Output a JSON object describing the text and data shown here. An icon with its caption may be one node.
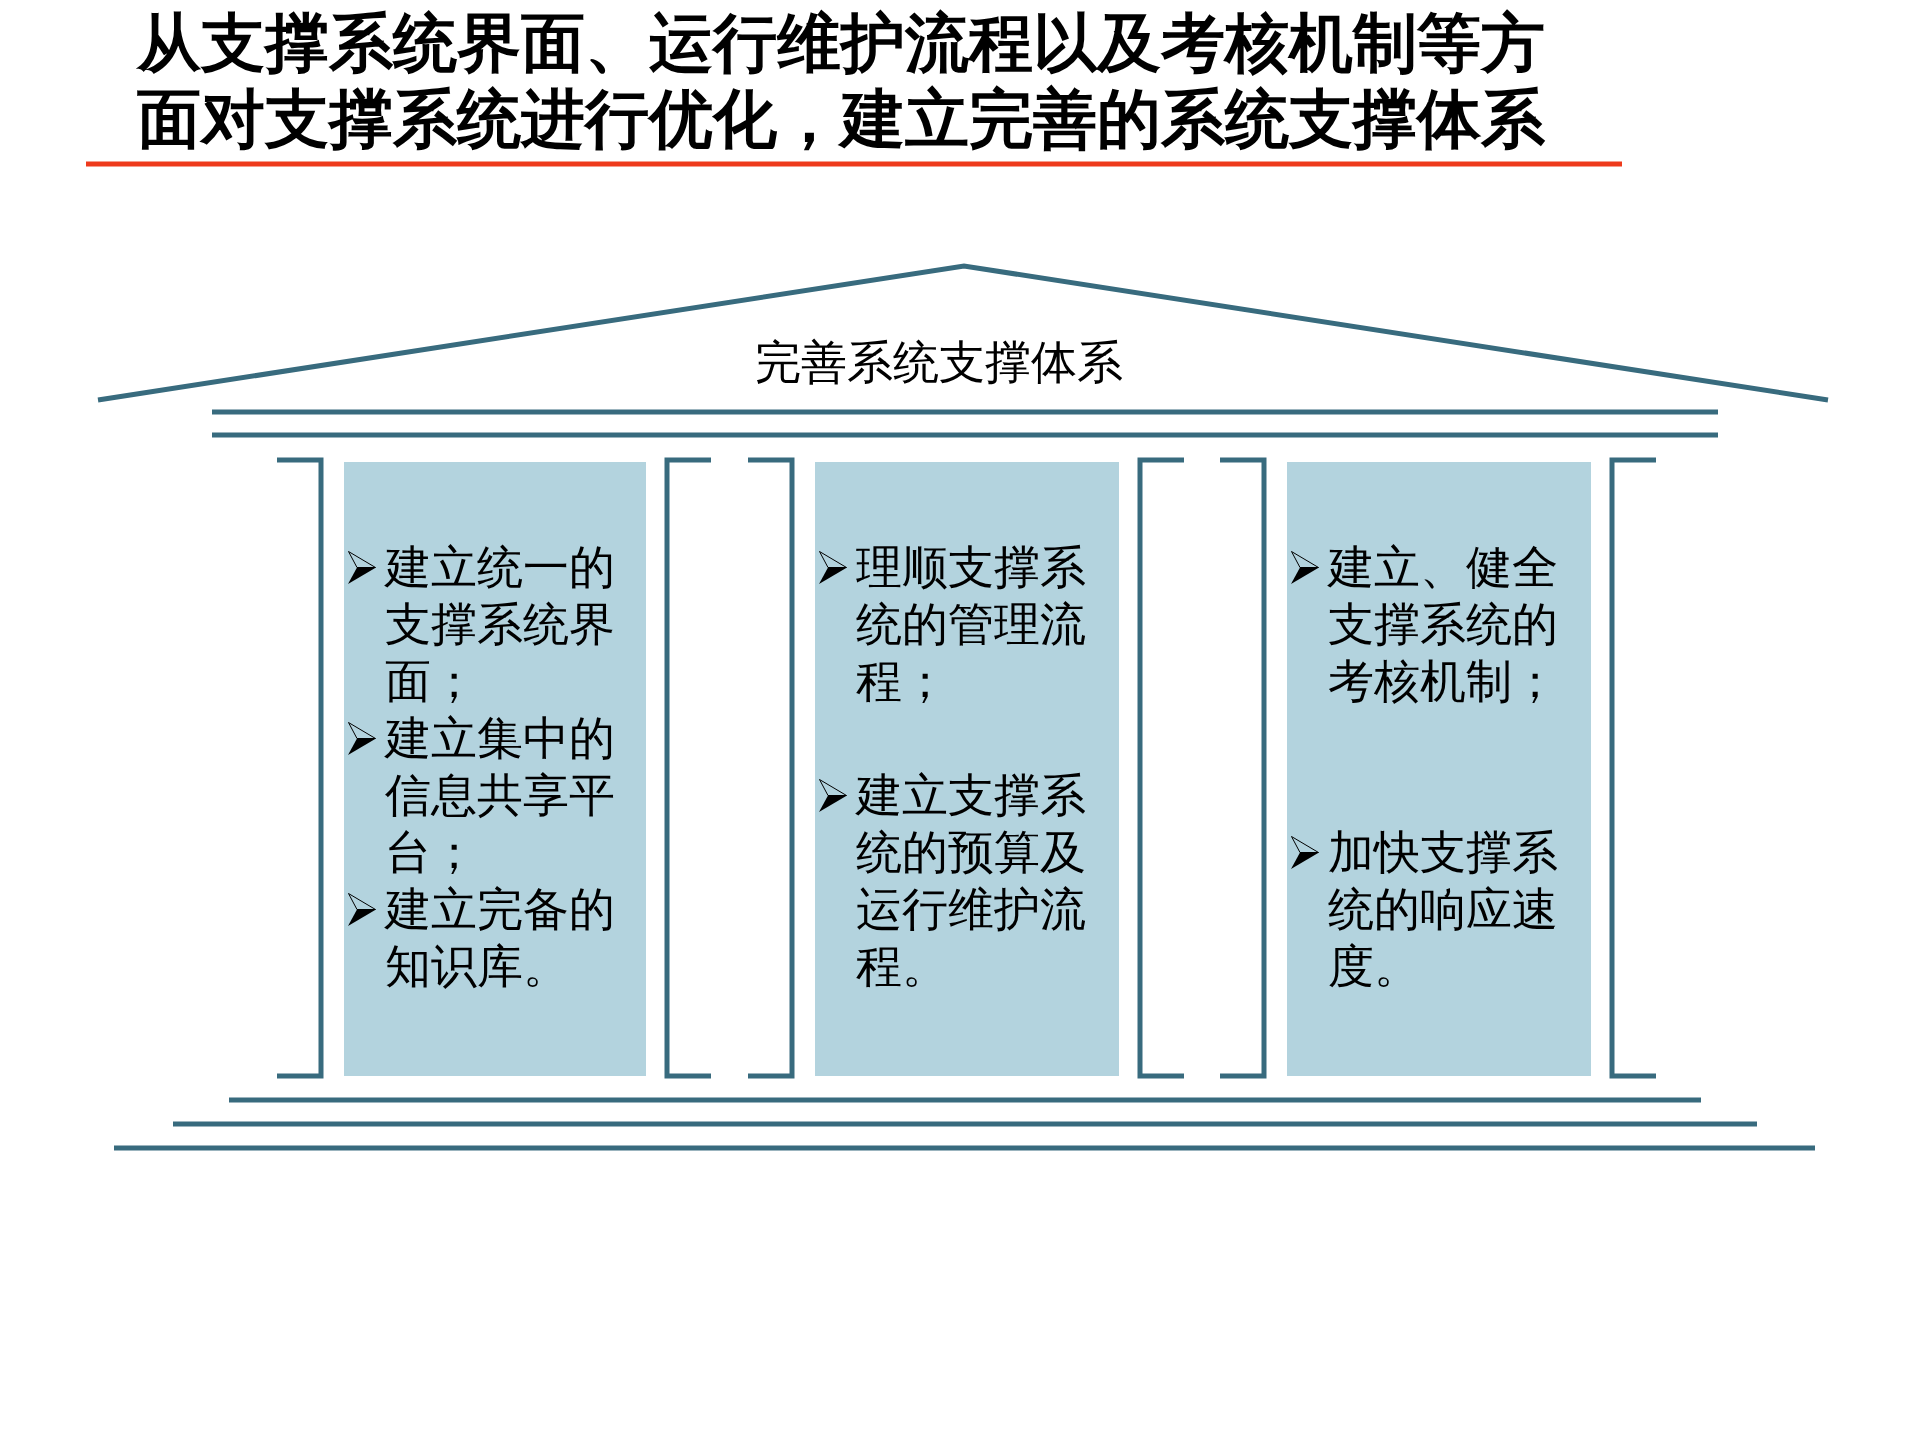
{
  "diagram": {
    "title": "从支撑系统界面、运行维护流程以及考核机制等方面对支撑系统进行优化，建立完善的系统支撑体系",
    "nodes": [
      {
        "text": [
          "完善系统支撑体系"
        ]
      },
      {
        "text": [
          "建立统一的支撑系统界面；",
          "建立集中的信息共享平台；",
          "建立完备的知识库。"
        ]
      },
      {
        "text": [
          "理顺支撑系统的管理流程；",
          "建立支撑系统的预算及运行维护流程。"
        ]
      },
      {
        "text": [
          "建立、健全支撑系统的考核机制；",
          "加快支撑系统的响应速度。"
        ]
      }
    ]
  }
}
